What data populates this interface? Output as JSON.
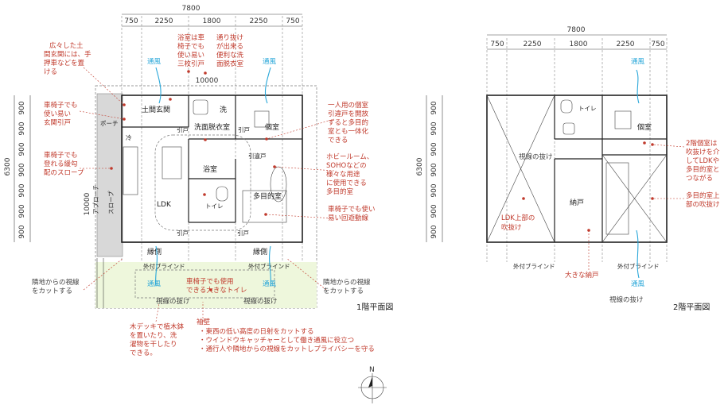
{
  "dims": {
    "total_width": "7800",
    "bays": [
      "750",
      "2250",
      "1800",
      "2250",
      "750"
    ],
    "total_depth": "6300",
    "rows": [
      "900",
      "900",
      "900",
      "900",
      "900",
      "900",
      "900"
    ],
    "site_width": "10000",
    "site_depth": "10000"
  },
  "floor1": {
    "title": "1階平面図",
    "rooms": {
      "doma": "土間玄関",
      "wash": "洗",
      "porch": "ポーチ",
      "washroom": "洗面脱衣室",
      "private": "個室",
      "hikido_1": "引戸",
      "hikido_2": "引戸",
      "hikido_3": "引違戸",
      "fridge": "冷",
      "approach": "アプローチ",
      "slope": "スロープ",
      "bath": "浴室",
      "ldk": "LDK",
      "toilet": "トイレ",
      "multi": "多目的室",
      "hikido_4": "引戸",
      "hikido_5": "引戸",
      "engawa_1": "縁側",
      "engawa_2": "縁側",
      "blind_1": "外付ブラインド",
      "blind_2": "外付ブラインド"
    },
    "wind": [
      "通風",
      "通風",
      "通風",
      "通風"
    ],
    "sightline": [
      "視線の抜け",
      "視線の抜け"
    ],
    "notes": {
      "doma_note": [
        "広々した土",
        "間玄関には、手",
        "押車などを置",
        "ける"
      ],
      "bath_note": [
        "浴室は車",
        "椅子でも",
        "使い易い",
        "三枚引戸"
      ],
      "wash_note": [
        "通り抜け",
        "が出来る",
        "便利な洗",
        "面脱衣室"
      ],
      "wheelchair_door": [
        "車椅子でも",
        "使い易い",
        "玄関引戸"
      ],
      "slope_note": [
        "車椅子でも",
        "登れる緩勾",
        "配のスロープ"
      ],
      "private_note": [
        "一人用の個室",
        "引違戸を開放",
        "すると多目的",
        "室とも一体化",
        "できる"
      ],
      "hobby_note": [
        "ホビールーム、",
        "SOHOなどの",
        "様々な用途",
        "に使用できる",
        "多目的室"
      ],
      "circulation_note": [
        "車椅子でも使い",
        "易い回遊動線"
      ],
      "neighbor_left": [
        "隣地からの視線",
        "をカットする"
      ],
      "neighbor_right": [
        "隣地からの視線",
        "をカットする"
      ],
      "toilet_note": [
        "車椅子でも使用",
        "できる大きなトイレ"
      ],
      "deck_note": [
        "木デッキで植木鉢",
        "を置いたり、洗",
        "濯物を干したり",
        "できる。"
      ],
      "fin_title": "袖壁",
      "fin_items": [
        "・東西の低い高度の日射をカットする",
        "・ウインドウキャッチャーとして働き通風に役立つ",
        "・通行人や隣地からの視線をカットしプライバシーを守る"
      ]
    }
  },
  "floor2": {
    "title": "2階平面図",
    "rooms": {
      "toilet": "トイレ",
      "private": "個室",
      "storage": "納戸",
      "sightline_in": "視線の抜け",
      "blind": "外付ブラインド"
    },
    "wind": [
      "通風",
      "通風"
    ],
    "sightline": "視線の抜け",
    "notes": {
      "ldk_void": [
        "LDK上部の",
        "吹抜け"
      ],
      "storage_note": "大きな納戸",
      "private_note": [
        "2階個室は",
        "吹抜けを介",
        "してLDKや",
        "多目的室と",
        "つながる"
      ],
      "multi_void": [
        "多目的室上",
        "部の吹抜け"
      ]
    }
  },
  "compass": "N",
  "colors": {
    "note": "#c0392b",
    "wind": "#29a7d9",
    "deck": "#eef7dc"
  }
}
